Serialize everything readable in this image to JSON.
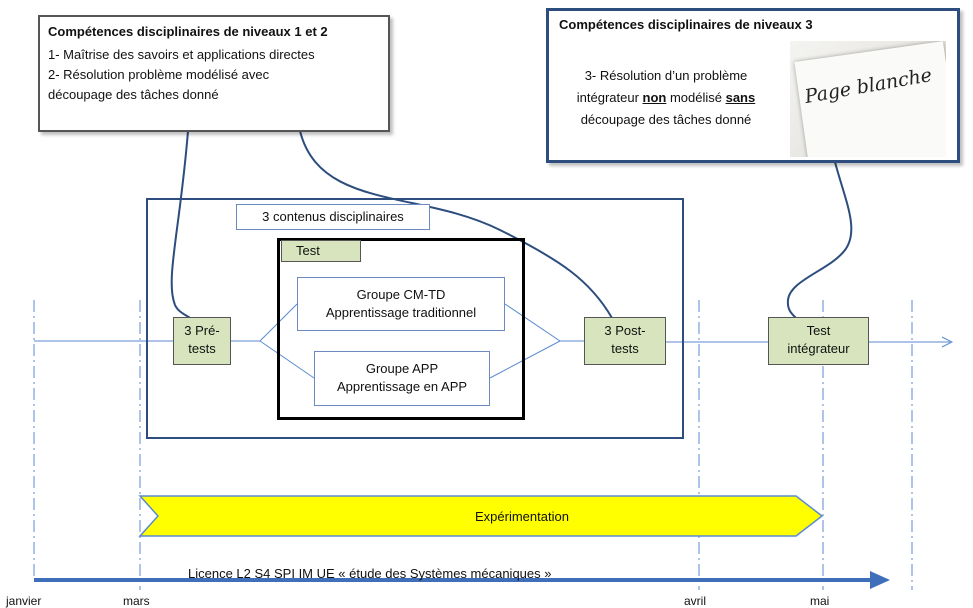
{
  "competences_12": {
    "title": "Compétences disciplinaires de niveaux 1 et 2",
    "line1": "1- Maîtrise des savoirs et applications  directes",
    "line2": "2- Résolution  problème  modélisé  avec",
    "line3": "découpage des tâches donné"
  },
  "competences_3": {
    "title": "Compétences disciplinaires de niveaux 3",
    "line1": "3- Résolution  d’un problème",
    "line2_pre": "intégrateur ",
    "line2_bold1": "non",
    "line2_mid": " modélisé  ",
    "line2_bold2": "sans",
    "line3": "découpage des tâches donné",
    "photo_text": "Page blanche"
  },
  "contenus": "3 contenus disciplinaires",
  "test_label": "Test",
  "groupe_cmtd": {
    "line1": "Groupe  CM-TD",
    "line2": "Apprentissage  traditionnel"
  },
  "groupe_app": {
    "line1": "Groupe  APP",
    "line2": "Apprentissage  en APP"
  },
  "pre_tests": {
    "line1": "3 Pré-",
    "line2": "tests"
  },
  "post_tests": {
    "line1": "3 Post-",
    "line2": "tests"
  },
  "test_integrateur": {
    "line1": "Test",
    "line2": "intégrateur"
  },
  "experimentation": "Expérimentation",
  "licence": "Licence  L2 S4 SPI IM   UE « étude des Systèmes  mécaniques  »",
  "months": [
    "janvier",
    "mars",
    "avril",
    "mai"
  ],
  "colors": {
    "accent_blue": "#2c4d7e",
    "line_blue": "#5b8ad0",
    "green_fill": "#d7e4bd",
    "yellow_fill": "#ffff00"
  }
}
